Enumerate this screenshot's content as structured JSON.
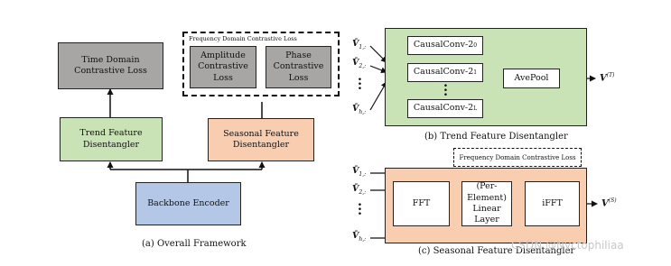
{
  "panel_a": {
    "time_domain_loss": "Time Domain Contrastive Loss",
    "freq_group_title": "Frequency Domain Contrastive Loss",
    "amplitude_loss": "Amplitude Contrastive Loss",
    "phase_loss": "Phase Contrastive Loss",
    "trend_disentangler": "Trend Feature Disentangler",
    "seasonal_disentangler": "Seasonal Feature Disentangler",
    "backbone": "Backbone Encoder",
    "caption": "(a) Overall Framework"
  },
  "panel_b": {
    "inputs": [
      {
        "base": "V̄",
        "sub": "1,:"
      },
      {
        "base": "V̄",
        "sub": "2,:"
      },
      {
        "base": "V̄",
        "sub": "h,:"
      }
    ],
    "conv_boxes": [
      {
        "label": "CausalConv-2",
        "sup": "0"
      },
      {
        "label": "CausalConv-2",
        "sup": "1"
      },
      {
        "label": "CausalConv-2",
        "sup": "L"
      }
    ],
    "avepool": "AvePool",
    "output": {
      "base": "V",
      "sup": "(T)"
    },
    "caption": "(b) Trend Feature Disentangler"
  },
  "panel_c": {
    "loss_label": "Frequency Domain Contrastive Loss",
    "inputs": [
      {
        "base": "V̄",
        "sub": "1,:"
      },
      {
        "base": "V̄",
        "sub": "2,:"
      },
      {
        "base": "V̄",
        "sub": "h,:"
      }
    ],
    "fft": "FFT",
    "linear": "(Per-Element) Linear Layer",
    "ifft": "iFFT",
    "output": {
      "base": "V",
      "sup": "(S)"
    },
    "caption": "(c) Seasonal Feature Disentangler"
  },
  "watermark": "CSDN @Nyctophiliaa",
  "colors": {
    "gray": "#a8a5a5",
    "green": "#c9e2b6",
    "orange": "#f8cdb0",
    "blue": "#b4c7e7"
  }
}
